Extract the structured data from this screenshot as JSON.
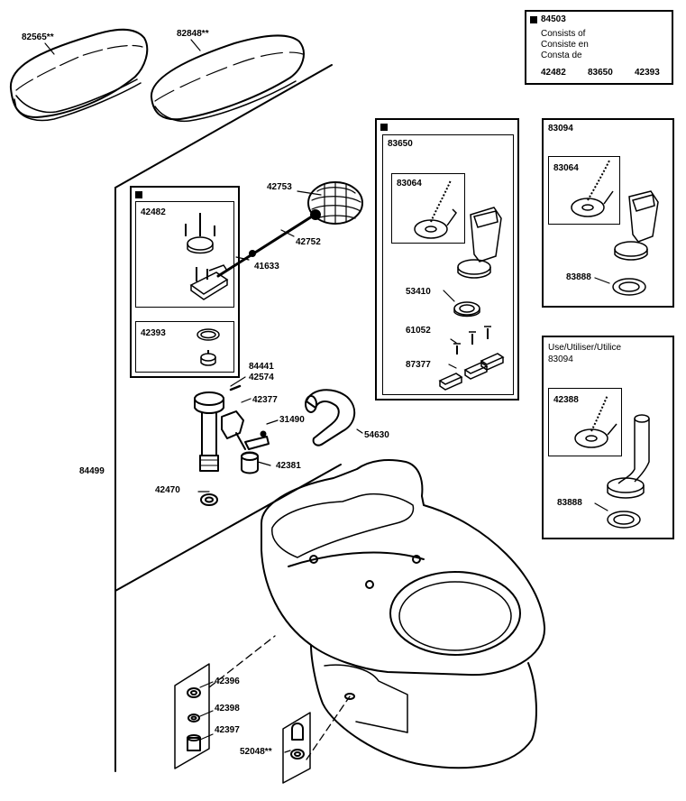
{
  "kit": {
    "number": "84503",
    "lines": [
      "Consists of",
      "Consiste en",
      "Consta de"
    ],
    "parts": [
      "42482",
      "83650",
      "42393"
    ]
  },
  "labels": {
    "lid1": "82565**",
    "lid2": "82848**",
    "panel_number": "84499",
    "kit_42482": "42482",
    "kit_42393": "42393",
    "ball": "42753",
    "rod": "42752",
    "nut": "41633",
    "part_84441": "84441",
    "part_42574": "42574",
    "part_42377": "42377",
    "part_31490": "31490",
    "part_42381": "42381",
    "part_42470": "42470",
    "tube": "54630",
    "group_83650": "83650",
    "flapper_a": "83064",
    "gasket_53410": "53410",
    "screws_61052": "61052",
    "brackets_87377": "87377",
    "group_83094": "83094",
    "flapper_b": "83064",
    "gasket_b": "83888",
    "use_line": "Use/Utiliser/Utilice",
    "use_part": "83094",
    "flapper_c": "42388",
    "gasket_c": "83888",
    "hw_42396": "42396",
    "hw_42398": "42398",
    "hw_42397": "42397",
    "hw_52048": "52048**"
  }
}
